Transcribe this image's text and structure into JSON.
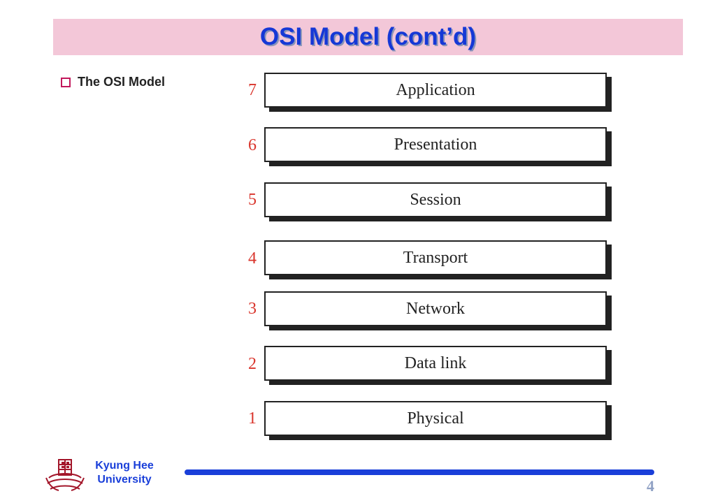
{
  "slide": {
    "title": "OSI Model (cont’d)",
    "bullet": "The OSI Model"
  },
  "layers": [
    {
      "number": "7",
      "name": "Application"
    },
    {
      "number": "6",
      "name": "Presentation"
    },
    {
      "number": "5",
      "name": "Session"
    },
    {
      "number": "4",
      "name": "Transport"
    },
    {
      "number": "3",
      "name": "Network"
    },
    {
      "number": "2",
      "name": "Data link"
    },
    {
      "number": "1",
      "name": "Physical"
    }
  ],
  "footer": {
    "university_line1": "Kyung Hee",
    "university_line2": "University",
    "page_number": "4"
  },
  "colors": {
    "title_background": "#f3c7d8",
    "title_text": "#1538d6",
    "layer_number": "#d9342b",
    "footer_accent": "#1a3fd9",
    "logo": "#a3162a"
  },
  "icons": {
    "logo": "kyung-hee-university-logo-icon",
    "bullet": "hollow-square-bullet-icon"
  }
}
